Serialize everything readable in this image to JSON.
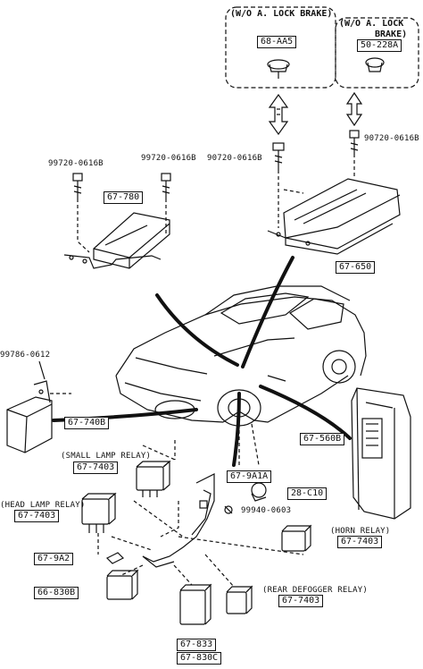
{
  "callouts": {
    "wo_lock_brake_left": "(W/O A. LOCK BRAKE)",
    "wo_lock_brake_right_line1": "(W/O A. LOCK",
    "wo_lock_brake_right_line2": "BRAKE)",
    "small_lamp_relay": "(SMALL LAMP RELAY)",
    "head_lamp_relay": "(HEAD LAMP RELAY)",
    "horn_relay": "(HORN RELAY)",
    "rear_defogger_relay": "(REAR DEFOGGER RELAY)"
  },
  "part_numbers": {
    "p68_aa5": "68-AA5",
    "p50_228a": "50-228A",
    "p67_780": "67-780",
    "p67_650": "67-650",
    "p67_740b": "67-740B",
    "p67_560b": "67-560B",
    "p67_740_small": "67-7403",
    "p67_9a1a": "67-9A1A",
    "p28_c10": "28-C10",
    "p67_740_head": "67-7403",
    "p67_9a2": "67-9A2",
    "p67_740_horn": "67-7403",
    "p66_830b": "66-830B",
    "p67_740_rear": "67-7403",
    "p67_833": "67-833",
    "p67_830c": "67-830C"
  },
  "bolt_numbers": {
    "b99720_a": "99720-0616B",
    "b99720_b": "99720-0616B",
    "b90720_a": "90720-0616B",
    "b90720_b": "90720-0616B",
    "b99786": "99786-0612",
    "b99940": "99940-0603"
  }
}
